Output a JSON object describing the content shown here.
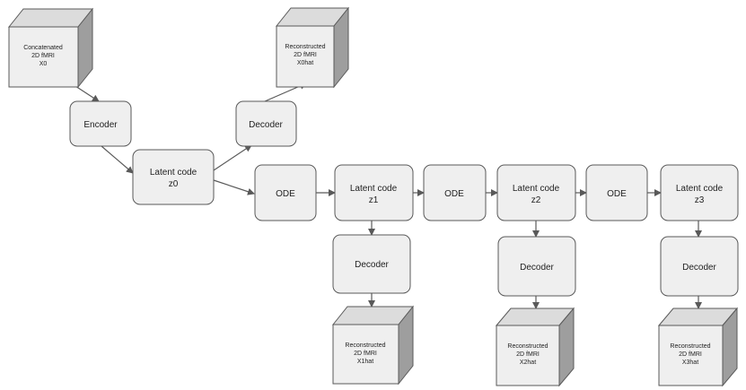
{
  "colors": {
    "box_fill": "#efefef",
    "stroke": "#595959",
    "cube_side": "#9e9e9e",
    "cube_top": "#dcdcdc"
  },
  "cubes": {
    "input": {
      "line1": "Concatenated",
      "line2": "2D fMRI",
      "line3": "X0"
    },
    "recon0": {
      "line1": "Reconstructed",
      "line2": "2D fMRI",
      "line3": "X0hat"
    },
    "recon1": {
      "line1": "Reconstructed",
      "line2": "2D fMRI",
      "line3": "X1hat"
    },
    "recon2": {
      "line1": "Reconstructed",
      "line2": "2D fMRI",
      "line3": "X2hat"
    },
    "recon3": {
      "line1": "Reconstructed",
      "line2": "2D fMRI",
      "line3": "X3hat"
    }
  },
  "nodes": {
    "encoder": "Encoder",
    "decoder0": "Decoder",
    "decoder1": "Decoder",
    "decoder2": "Decoder",
    "decoder3": "Decoder",
    "ode1": "ODE",
    "ode2": "ODE",
    "ode3": "ODE",
    "latent0": {
      "line1": "Latent code",
      "line2": "z0"
    },
    "latent1": {
      "line1": "Latent code",
      "line2": "z1"
    },
    "latent2": {
      "line1": "Latent code",
      "line2": "z2"
    },
    "latent3": {
      "line1": "Latent code",
      "line2": "z3"
    }
  }
}
